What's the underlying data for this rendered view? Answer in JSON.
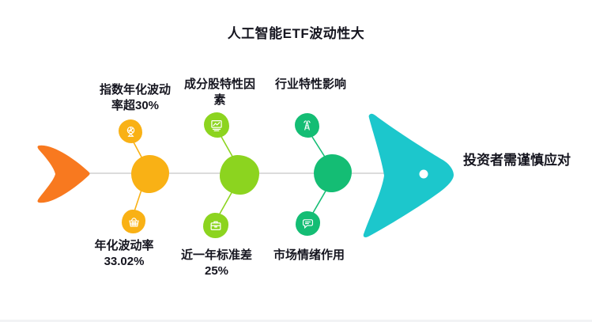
{
  "title": "人工智能ETF波动性大",
  "conclusion": "投资者需谨慎应对",
  "causes": {
    "top": [
      {
        "label": "指数年化波动率超30%",
        "icon": "ferris-wheel-icon"
      },
      {
        "label": "成分股特性因素",
        "icon": "chart-monitor-icon"
      },
      {
        "label": "行业特性影响",
        "icon": "signal-tower-icon"
      }
    ],
    "bottom": [
      {
        "label": "年化波动率33.02%",
        "icon": "basket-icon"
      },
      {
        "label": "近一年标准差25%",
        "icon": "briefcase-icon"
      },
      {
        "label": "市场情绪作用",
        "icon": "chat-bubble-icon"
      }
    ]
  },
  "colors": {
    "tail_orange": "#f8791f",
    "node_yellow": "#f9b115",
    "node_lime": "#8cd41f",
    "node_emerald": "#14bd74",
    "head_cyan": "#1cc7cc",
    "spine_gray": "#c8c8c8",
    "text": "#15151f",
    "background": "#ffffff"
  }
}
